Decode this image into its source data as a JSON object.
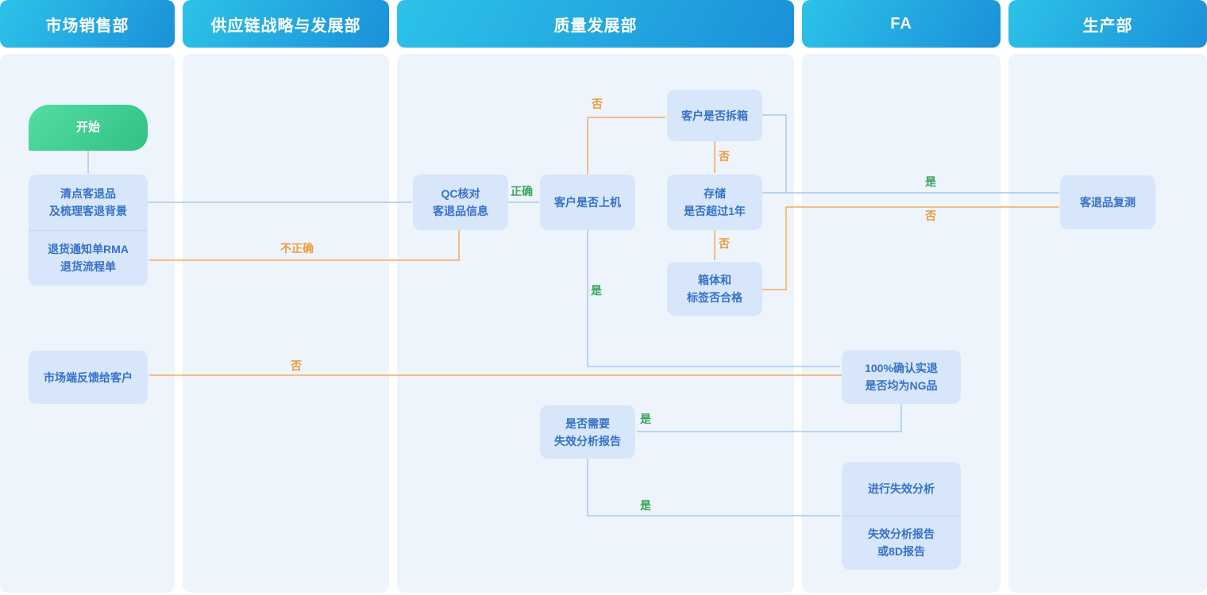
{
  "lanes": [
    {
      "title": "市场销售部"
    },
    {
      "title": "供应链战略与发展部"
    },
    {
      "title": "质量发展部"
    },
    {
      "title": "FA"
    },
    {
      "title": "生产部"
    }
  ],
  "nodes": {
    "start": {
      "lines": [
        "开始"
      ]
    },
    "inventory": {
      "lines": [
        "清点客退品",
        "及梳理客退背景"
      ]
    },
    "rma": {
      "lines": [
        "退货通知单RMA",
        "退货流程单"
      ]
    },
    "feedback": {
      "lines": [
        "市场端反馈给客户"
      ]
    },
    "qc": {
      "lines": [
        "QC核对",
        "客退品信息"
      ]
    },
    "on_machine": {
      "lines": [
        "客户是否上机"
      ]
    },
    "unbox": {
      "lines": [
        "客户是否拆箱"
      ]
    },
    "storage": {
      "lines": [
        "存储",
        "是否超过1年"
      ]
    },
    "box_check": {
      "lines": [
        "箱体和",
        "标签否合格"
      ]
    },
    "ng_confirm": {
      "lines": [
        "100%确认实退",
        "是否均为NG品"
      ]
    },
    "fa_need": {
      "lines": [
        "是否需要",
        "失效分析报告"
      ]
    },
    "fa_do": {
      "lines": [
        "进行失效分析"
      ]
    },
    "fa_report": {
      "lines": [
        "失效分析报告",
        "或8D报告"
      ]
    },
    "retest": {
      "lines": [
        "客退品复测"
      ]
    }
  },
  "edge_labels": {
    "correct": "正确",
    "incorrect": "不正确",
    "no_onmachine_to_unbox": "否",
    "no_unbox_to_storage": "否",
    "no_storage_to_boxcheck": "否",
    "yes_storage_to_retest": "是",
    "no_boxcheck_to_retest": "否",
    "yes_onmachine_to_ng": "是",
    "no_ng_to_feedback": "否",
    "yes_ng_to_faneed": "是",
    "yes_faneed_to_fado": "是"
  },
  "colors": {
    "header_gradient_start": "#2cc3e8",
    "header_gradient_end": "#1b90d9",
    "start_gradient_start": "#55dca2",
    "start_gradient_end": "#32c184",
    "lane_bg": "#eef4fc",
    "node_bg": "#d7e6fa",
    "node_text": "#3671c8",
    "line_blue": "#a5c8ef",
    "line_orange": "#f6aa5e",
    "label_green": "#3aa65a",
    "label_orange": "#ef9a3e"
  }
}
